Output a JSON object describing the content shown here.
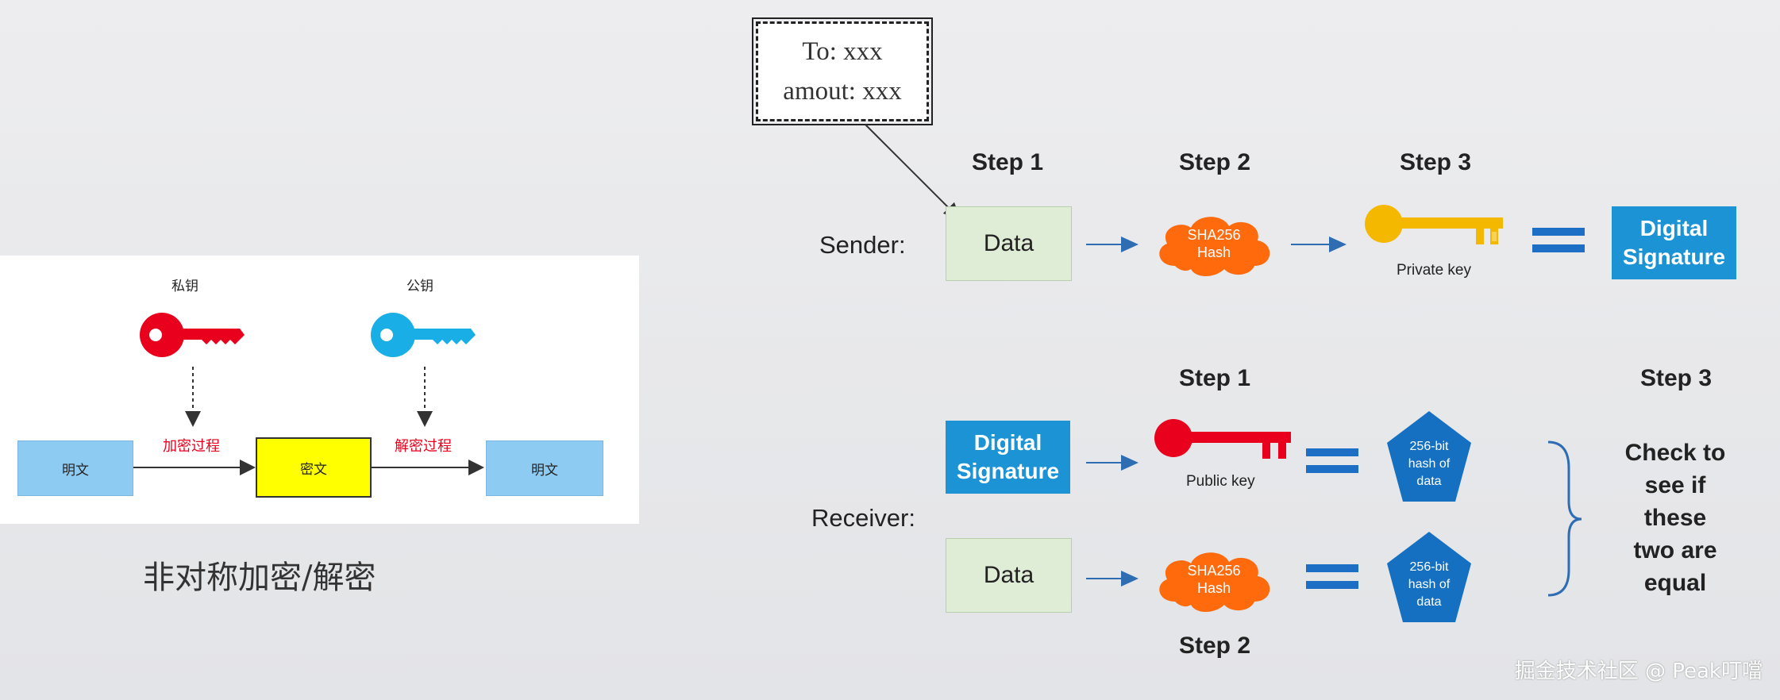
{
  "left_diagram": {
    "private_key_label": "私钥",
    "public_key_label": "公钥",
    "encrypt_label": "加密过程",
    "decrypt_label": "解密过程",
    "plaintext_left": "明文",
    "ciphertext": "密文",
    "plaintext_right": "明文",
    "caption": "非对称加密/解密",
    "colors": {
      "private_key": "#e8001d",
      "public_key": "#19aee6",
      "ciphertext_box": "#ffff00",
      "plaintext_box": "#8ecbf3"
    }
  },
  "note": {
    "line1": "To: xxx",
    "line2": "amout: xxx"
  },
  "sender": {
    "label": "Sender:",
    "step1": "Step 1",
    "step2": "Step 2",
    "step3": "Step 3",
    "data": "Data",
    "hash_line1": "SHA256",
    "hash_line2": "Hash",
    "key_label": "Private key",
    "sig_line1": "Digital",
    "sig_line2": "Signature"
  },
  "receiver": {
    "label": "Receiver:",
    "step1": "Step 1",
    "step2": "Step 2",
    "step3": "Step 3",
    "sig_line1": "Digital",
    "sig_line2": "Signature",
    "key_label": "Public key",
    "data": "Data",
    "hash_line1": "SHA256",
    "hash_line2": "Hash",
    "pent1_line1": "256-bit",
    "pent1_line2": "hash of",
    "pent1_line3": "data",
    "pent2_line1": "256-bit",
    "pent2_line2": "hash of",
    "pent2_line3": "data",
    "check_line1": "Check to",
    "check_line2": "see if",
    "check_line3": "these",
    "check_line4": "two are",
    "check_line5": "equal"
  },
  "colors": {
    "hash_cloud": "#ff6a0d",
    "private_key": "#f5b800",
    "public_key": "#e8001d",
    "signature": "#1b93d4",
    "pentagon": "#1570c1",
    "equals": "#1c6fc4",
    "data_box": "#dfecd6"
  },
  "watermark": "掘金技术社区 @ Peak叮噹"
}
